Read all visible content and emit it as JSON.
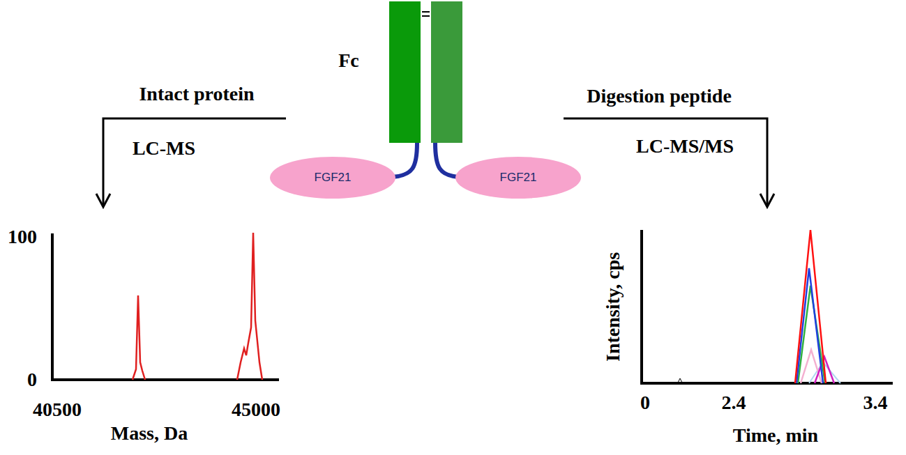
{
  "diagram": {
    "nodes": [
      {
        "text": [
          "FGF21"
        ]
      },
      {
        "text": [
          "FGF21"
        ]
      }
    ],
    "labels": [
      "Fc",
      "Intact protein",
      "LC-MS",
      "Digestion peptide",
      "LC-MS/MS",
      "100",
      "0",
      "40500",
      "45000",
      "Mass, Da",
      "Intensity, cps",
      "0",
      "2.4",
      "3.4",
      "Time, min"
    ]
  }
}
